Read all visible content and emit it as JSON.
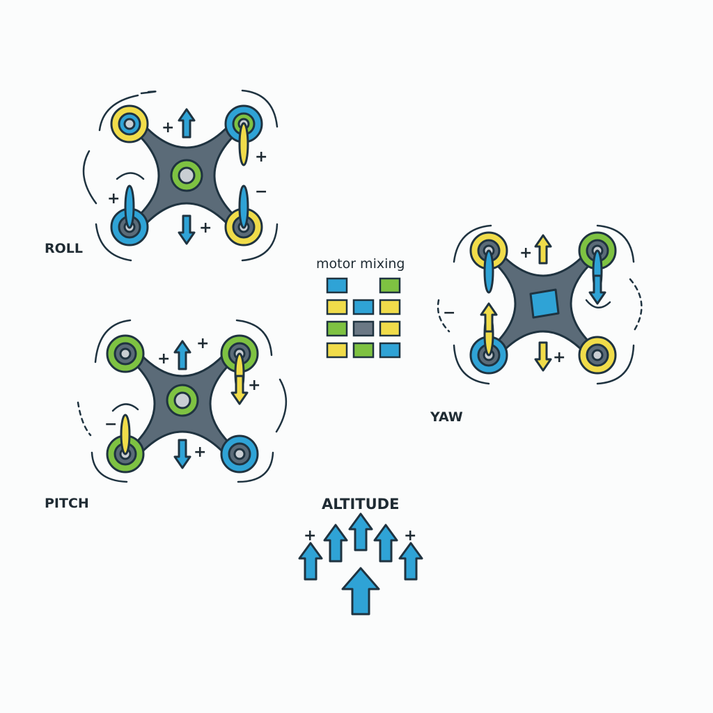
{
  "labels": {
    "roll": "ROLL",
    "pitch": "PITCH",
    "yaw": "YAW",
    "motor_mixing": "motor mixing",
    "altitude": "ALTITUDE"
  },
  "signs": {
    "plus": "+",
    "minus": "−"
  },
  "colors": {
    "frame": "#5b6b78",
    "outline": "#1f3340",
    "blue": "#2fa3d6",
    "yellow": "#f0dc4a",
    "green": "#7ec242",
    "gray": "#6b7885",
    "background": "#fbfcfc"
  },
  "icons": [
    "quadcopter-icon",
    "arrow-up-icon",
    "arrow-down-icon",
    "rotation-arrow-icon",
    "mixing-grid-icon"
  ],
  "motor_mixing_grid": [
    [
      "blue",
      "",
      "green"
    ],
    [
      "yellow",
      "blue",
      "yellow"
    ],
    [
      "green",
      "gray",
      "yellow"
    ],
    [
      "yellow",
      "green",
      "blue"
    ]
  ]
}
